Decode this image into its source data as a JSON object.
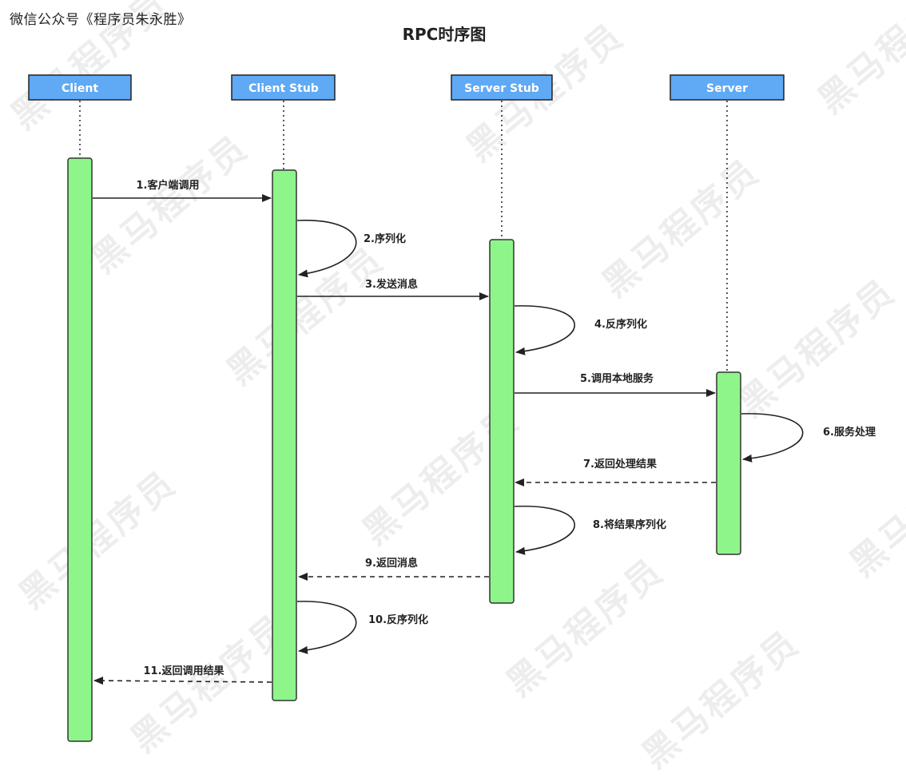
{
  "watermark_text": "微信公众号《程序员朱永胜》",
  "background_watermark": "黑马程序员",
  "title": "RPC时序图",
  "colors": {
    "header_fill": "#5fa9f5",
    "header_stroke": "#222222",
    "activation_fill": "#8ef58a",
    "activation_stroke": "#333333",
    "line": "#222222"
  },
  "participants": [
    {
      "id": "client",
      "label": "Client"
    },
    {
      "id": "client_stub",
      "label": "Client Stub"
    },
    {
      "id": "server_stub",
      "label": "Server Stub"
    },
    {
      "id": "server",
      "label": "Server"
    }
  ],
  "messages": [
    {
      "label": "1.客户端调用",
      "from": "client",
      "to": "client_stub",
      "style": "solid"
    },
    {
      "label": "2.序列化",
      "from": "client_stub",
      "to": "client_stub",
      "style": "self"
    },
    {
      "label": "3.发送消息",
      "from": "client_stub",
      "to": "server_stub",
      "style": "solid"
    },
    {
      "label": "4.反序列化",
      "from": "server_stub",
      "to": "server_stub",
      "style": "self"
    },
    {
      "label": "5.调用本地服务",
      "from": "server_stub",
      "to": "server",
      "style": "solid"
    },
    {
      "label": "6.服务处理",
      "from": "server",
      "to": "server",
      "style": "self"
    },
    {
      "label": "7.返回处理结果",
      "from": "server",
      "to": "server_stub",
      "style": "dashed"
    },
    {
      "label": "8.将结果序列化",
      "from": "server_stub",
      "to": "server_stub",
      "style": "self"
    },
    {
      "label": "9.返回消息",
      "from": "server_stub",
      "to": "client_stub",
      "style": "dashed"
    },
    {
      "label": "10.反序列化",
      "from": "client_stub",
      "to": "client_stub",
      "style": "self"
    },
    {
      "label": "11.返回调用结果",
      "from": "client_stub",
      "to": "client",
      "style": "dashed"
    }
  ]
}
